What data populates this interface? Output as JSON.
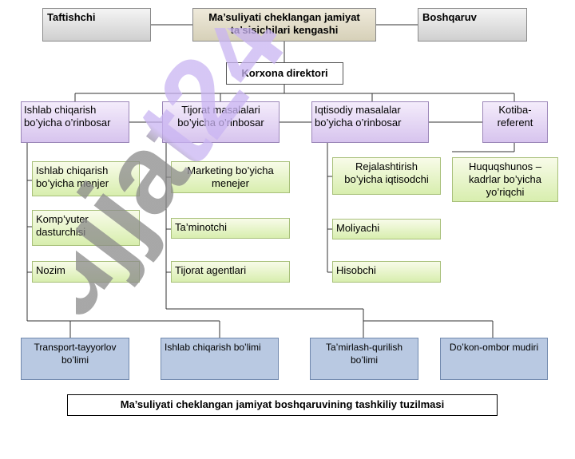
{
  "top": {
    "left": "Taftishchi",
    "center_line1": "Ma’suliyati cheklangan jamiyat",
    "center_line2": "ta’sisichilari kengashi",
    "right": "Boshqaruv"
  },
  "director": "Korxona direktori",
  "deputies": [
    {
      "line1": "Ishlab chiqarish",
      "line2": "bo’yicha o’rinbosar"
    },
    {
      "line1": "Tijorat masalalari",
      "line2": "bo’yicha o’rinbosar"
    },
    {
      "line1": "Iqtisodiy masalalar",
      "line2": "bo’yicha o’rinbosar"
    },
    {
      "line1": "Kotiba-",
      "line2": "referent"
    }
  ],
  "staff": {
    "production": [
      {
        "line1": "Ishlab chiqarish",
        "line2": "bo’yicha menjer"
      },
      {
        "line1": "Komp’yuter",
        "line2": "dasturchisi"
      },
      {
        "line1": "Nozim",
        "line2": ""
      }
    ],
    "commerce": [
      {
        "line1": "Marketing bo’yicha",
        "line2": "menejer"
      },
      {
        "line1": "Ta’minotchi",
        "line2": ""
      },
      {
        "line1": "Tijorat agentlari",
        "line2": ""
      }
    ],
    "economy": [
      {
        "line1": "Rejalashtirish",
        "line2": "bo’yicha iqtisodchi"
      },
      {
        "line1": "Moliyachi",
        "line2": ""
      },
      {
        "line1": "Hisobchi",
        "line2": ""
      }
    ],
    "secretary": {
      "line1": "Huquqshunos –",
      "line2": "kadrlar bo’yicha",
      "line3": "yo’riqchi"
    }
  },
  "departments": [
    {
      "line1": "Transport-tayyorlov",
      "line2": "bo’limi"
    },
    {
      "line1": "Ishlab chiqarish bo’limi",
      "line2": ""
    },
    {
      "line1": "Ta’mirlash-qurilish",
      "line2": "bo’limi"
    },
    {
      "line1": "Do’kon-ombor mudiri",
      "line2": ""
    }
  ],
  "watermark": "Hujjat24",
  "caption": "Ma’suliyati cheklangan jamiyat boshqaruvining tashkiliy tuzilmasi"
}
